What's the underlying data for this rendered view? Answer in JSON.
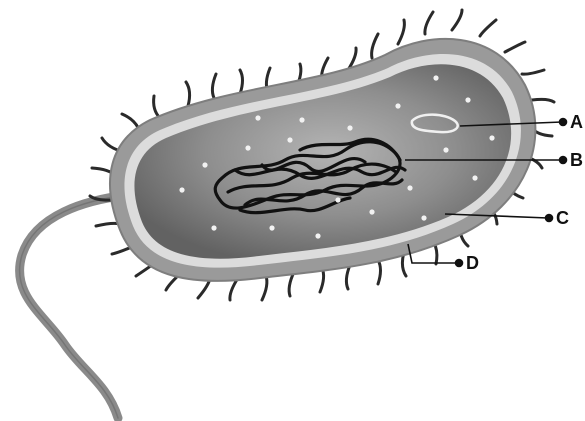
{
  "colors": {
    "background": "#ffffff",
    "outer_capsule": "#9a9a9a",
    "outer_edge": "#7e7e7e",
    "membrane_band": "#dcdcdc",
    "cytoplasm_outer": "#6e6e6e",
    "cytoplasm_inner": "#a8a8a8",
    "dna": "#111111",
    "pili": "#2a2a2a",
    "ribosome": "#f2f2f2",
    "flagellum": "#8a8a8a",
    "leader_line": "#111111"
  },
  "labels": {
    "a": "A",
    "b": "B",
    "c": "C",
    "d": "D"
  }
}
